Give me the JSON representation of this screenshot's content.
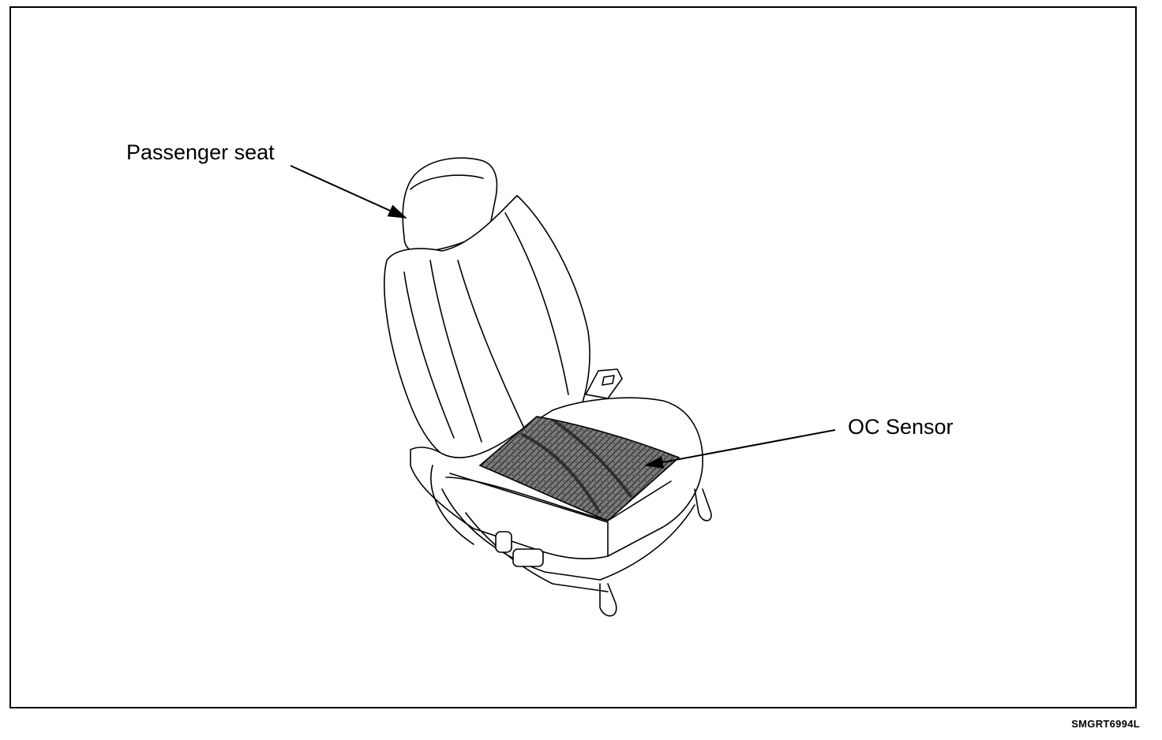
{
  "labels": {
    "passenger_seat": "Passenger seat",
    "oc_sensor": "OC Sensor"
  },
  "figure_id": "SMGRT6994L",
  "colors": {
    "line": "#000000",
    "background": "#ffffff",
    "sensor_fill": "#6a6a6a"
  },
  "icons": [
    "seat-illustration",
    "leader-arrow",
    "sensor-mat"
  ]
}
